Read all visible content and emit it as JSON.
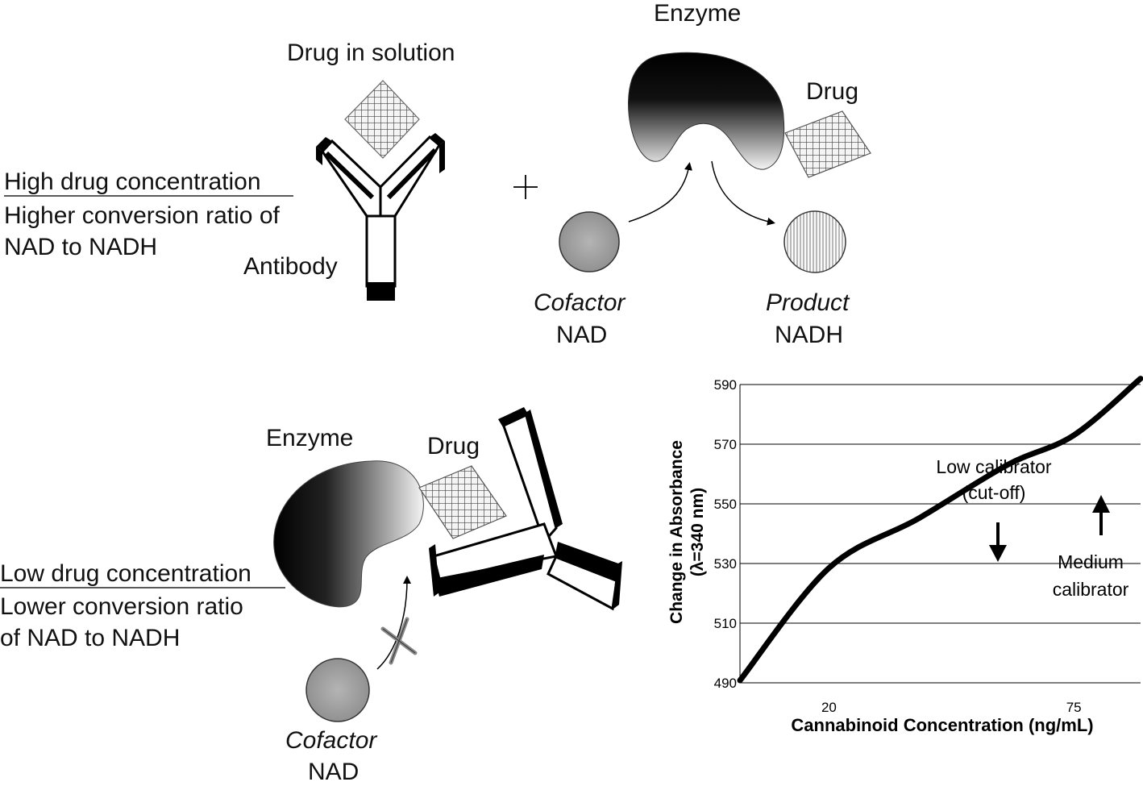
{
  "top": {
    "drug_in_solution": "Drug in solution",
    "enzyme": "Enzyme",
    "drug": "Drug",
    "heading": "High drug concentration",
    "line1": "Higher conversion ratio of",
    "line2": "NAD to NADH",
    "antibody": "Antibody",
    "plus": "+",
    "cofactor": "Cofactor",
    "nad": "NAD",
    "product": "Product",
    "nadh": "NADH"
  },
  "bottom": {
    "enzyme": "Enzyme",
    "drug": "Drug",
    "heading": "Low drug concentration",
    "line1": "Lower conversion ratio",
    "line2": "of NAD to NADH",
    "cofactor": "Cofactor",
    "nad": "NAD"
  },
  "chart_data": {
    "type": "line",
    "ylabel": "Change in Absorbance",
    "ylabel2": "(λ=340 nm)",
    "xlabel": "Cannabinoid Concentration (ng/mL)",
    "yticks": [
      490,
      510,
      530,
      550,
      570,
      590
    ],
    "ylim": [
      490,
      590
    ],
    "xtick_labels": [
      {
        "label": "20",
        "x": 20
      },
      {
        "label": "75",
        "x": 75
      }
    ],
    "grid": true,
    "curve": {
      "x": [
        0,
        20,
        40,
        60,
        75,
        90
      ],
      "y": [
        490.8,
        528.5,
        545,
        563,
        573,
        592
      ]
    },
    "annotations": {
      "low": [
        "Low calibrator",
        "(cut-off)"
      ],
      "medium": [
        "Medium",
        "calibrator"
      ]
    }
  }
}
